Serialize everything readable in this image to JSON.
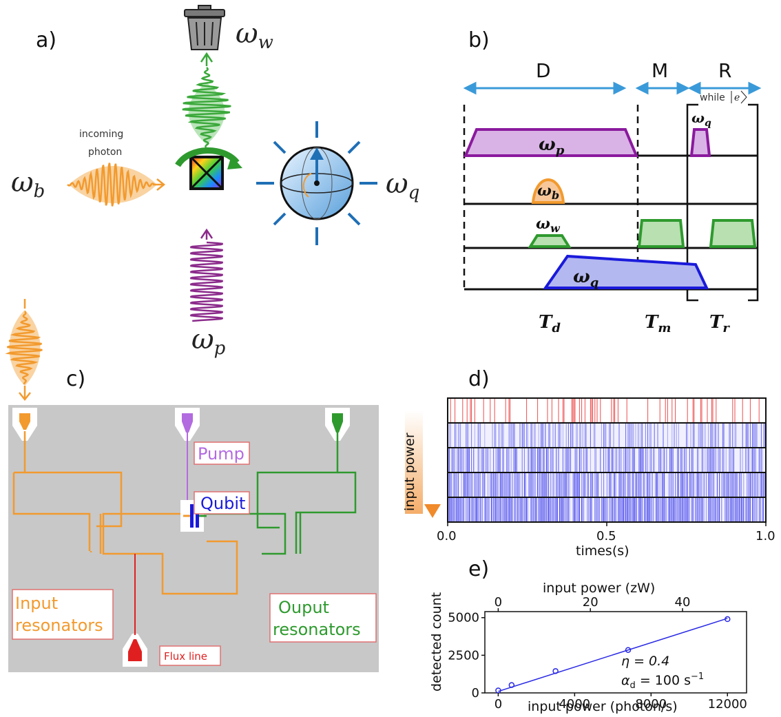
{
  "panel_a": {
    "label": "a)",
    "omega_w": "ω",
    "omega_w_sub": "w",
    "omega_b": "ω",
    "omega_b_sub": "b",
    "omega_q": "ω",
    "omega_q_sub": "q",
    "omega_p": "ω",
    "omega_p_sub": "p",
    "incoming_line1": "incoming",
    "incoming_line2": "photon",
    "colors": {
      "orange": "#f29a2e",
      "green": "#3aa83a",
      "purple": "#8b2a8b",
      "blue": "#1f6fb5"
    }
  },
  "panel_b": {
    "label": "b)",
    "stage_d": "D",
    "stage_m": "M",
    "stage_r": "R",
    "while_text": "while",
    "ket_text": "e",
    "pulse_p": "ω",
    "pulse_p_sub": "p",
    "pulse_b": "ω",
    "pulse_b_sub": "b",
    "pulse_w": "ω",
    "pulse_w_sub": "w",
    "pulse_q": "ω",
    "pulse_q_sub": "q",
    "pulse_qr": "ω",
    "pulse_qr_sub": "q",
    "td": "T",
    "td_sub": "d",
    "tm": "T",
    "tm_sub": "m",
    "tr": "T",
    "tr_sub": "r",
    "colors": {
      "arrow": "#3a9ad9",
      "purple": "#8b1a9e",
      "orange": "#f29a2e",
      "green": "#2e9a2e",
      "blue": "#1a1adb"
    }
  },
  "panel_c": {
    "label": "c)",
    "pump": "Pump",
    "qubit": "Qubit",
    "input_line1": "Input",
    "input_line2": "resonators",
    "output_line1": "Ouput",
    "output_line2": "resonators",
    "flux": "Flux line",
    "colors": {
      "chip": "#c8c8c8",
      "orange": "#f29a2e",
      "green": "#2e9a2e",
      "purple": "#b36be0",
      "red": "#e02020",
      "blue": "#1a1adb"
    }
  },
  "panel_d": {
    "label": "d)",
    "ylabel": "input power",
    "xlabel": "times(s)",
    "xticks": [
      "0.0",
      "0.5",
      "1.0"
    ],
    "chart_data": {
      "type": "heatmap",
      "xlabel": "times(s)",
      "ylabel": "input power",
      "xlim": [
        0.0,
        1.0
      ],
      "rows": 5,
      "row_colors": [
        "#e83030",
        "#3a3ae6",
        "#2a2ae6",
        "#1f1fe6",
        "#1010e6"
      ],
      "row_densities": [
        0.18,
        0.45,
        0.62,
        0.75,
        0.86
      ]
    }
  },
  "panel_e": {
    "label": "e)",
    "top_label": "input power (zW)",
    "bottom_label": "input  power (photon/s)",
    "ylabel": "detected count",
    "eta": "η = 0.4",
    "alpha": "α",
    "alpha_rest": " = 100 s",
    "alpha_sub": "d",
    "alpha_exp": "−1",
    "chart_data": {
      "type": "scatter",
      "xlabel": "input  power (photon/s)",
      "ylabel": "detected count",
      "x2label": "input power (zW)",
      "xticks": [
        "0",
        "4000",
        "8000",
        "12000"
      ],
      "yticks": [
        "0",
        "2500",
        "5000"
      ],
      "x2ticks": [
        "0",
        "20",
        "40"
      ],
      "xlim": [
        -700,
        13000
      ],
      "ylim": [
        0,
        5400
      ],
      "x2lim": [
        -2.9,
        53.9
      ],
      "x": [
        0,
        700,
        3000,
        6800,
        12000
      ],
      "y": [
        160,
        520,
        1450,
        2850,
        4900
      ],
      "fit": {
        "x": [
          0,
          12000
        ],
        "y": [
          100,
          4950
        ]
      },
      "color": "#2a2ae6"
    }
  }
}
